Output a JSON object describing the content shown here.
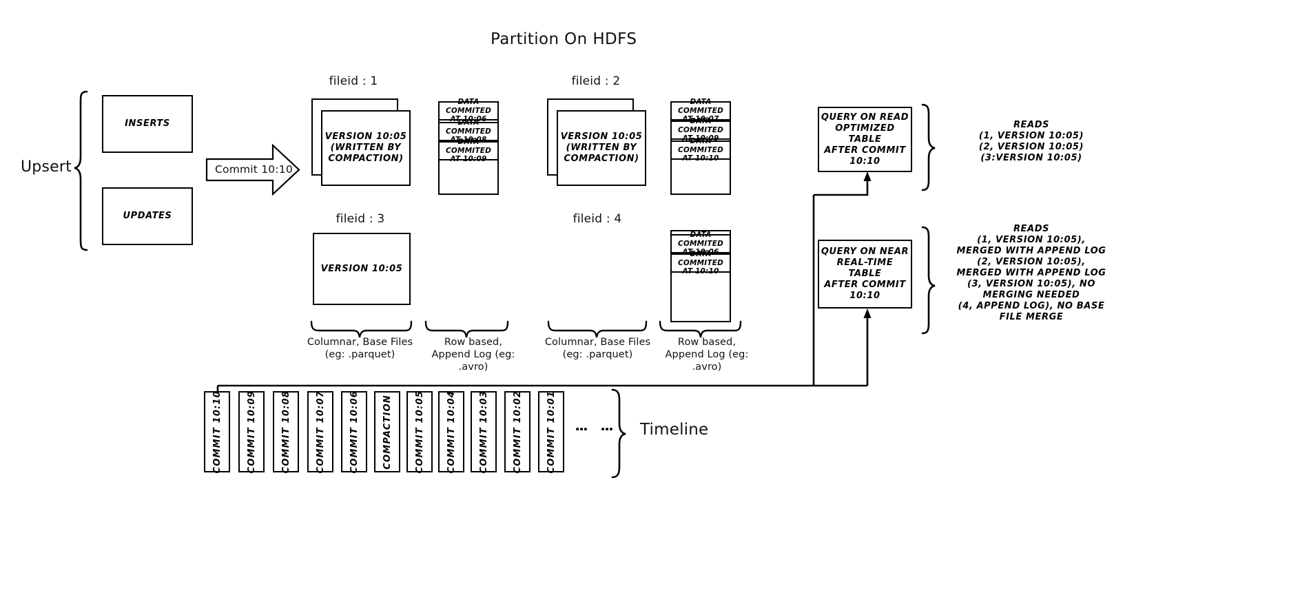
{
  "diagram": {
    "title": "Partition On HDFS",
    "upsert_label": "Upsert",
    "inputs": [
      {
        "label": "INSERTS"
      },
      {
        "label": "UPDATES"
      }
    ],
    "commit_arrow_label": "Commit 10:10",
    "file_groups": [
      {
        "id": "fileid-1",
        "header": "fileid : 1",
        "base_file": {
          "stacked": true,
          "lines": [
            "VERSION 10:05",
            "(WRITTEN BY",
            "COMPACTION)"
          ]
        },
        "log_file": {
          "entries": [
            "DATA COMMITED\nAT 10:06",
            "DATA COMMITED\nAT 10:08",
            "DATA COMMITED\nAT 10:09"
          ]
        }
      },
      {
        "id": "fileid-2",
        "header": "fileid : 2",
        "base_file": {
          "stacked": true,
          "lines": [
            "VERSION 10:05",
            "(WRITTEN BY",
            "COMPACTION)"
          ]
        },
        "log_file": {
          "entries": [
            "DATA COMMITED\nAT 10:07",
            "DATA COMMITED\nAT 10:09",
            "DATA COMMITED\nAT 10:10"
          ]
        }
      },
      {
        "id": "fileid-3",
        "header": "fileid : 3",
        "base_file": {
          "stacked": false,
          "lines": [
            "VERSION 10:05"
          ]
        },
        "log_file": {
          "entries": []
        }
      },
      {
        "id": "fileid-4",
        "header": "fileid : 4",
        "base_file": {
          "stacked": false,
          "lines": []
        },
        "log_file": {
          "entries": [
            "DATA COMMITED\nAT 10:06",
            "DATA COMMITED\nAT 10:10"
          ]
        }
      }
    ],
    "captions": {
      "columnar_left": "Columnar, Base Files\n(eg: .parquet)",
      "rowlog_left": "Row based,\nAppend Log  (eg:\n.avro)",
      "columnar_right": "Columnar, Base Files\n(eg: .parquet)",
      "rowlog_right": "Row based,\nAppend Log  (eg:\n.avro)"
    },
    "queries": [
      {
        "id": "query-read-optimized",
        "lines": [
          "QUERY ON READ",
          "OPTIMIZED TABLE",
          "AFTER COMMIT",
          "10:10"
        ],
        "reads_lines": [
          "READS",
          "(1, VERSION 10:05)",
          "(2, VERSION 10:05)",
          "(3:VERSION 10:05)"
        ]
      },
      {
        "id": "query-near-real-time",
        "lines": [
          "QUERY ON NEAR",
          "REAL-TIME TABLE",
          "AFTER COMMIT",
          "10:10"
        ],
        "reads_lines": [
          "READS",
          "(1, VERSION 10:05),",
          "MERGED WITH APPEND LOG",
          "(2, VERSION 10:05),",
          "MERGED WITH APPEND LOG",
          "(3, VERSION 10:05), NO",
          "MERGING NEEDED",
          "(4, APPEND LOG), NO BASE",
          "FILE MERGE"
        ]
      }
    ],
    "timeline": {
      "label": "Timeline",
      "ellipsis": "⋮",
      "chips": [
        "COMMIT  10:10",
        "COMMIT  10:09",
        "COMMIT  10:08",
        "COMMIT  10:07",
        "COMMIT  10:06",
        "COMPACTION",
        "COMMIT  10:05",
        "COMMIT  10:04",
        "COMMIT  10:03",
        "COMMIT  10:02",
        "COMMIT  10:01"
      ]
    },
    "colors": {
      "stroke": "#000000",
      "background": "#ffffff",
      "text": "#111111"
    }
  }
}
